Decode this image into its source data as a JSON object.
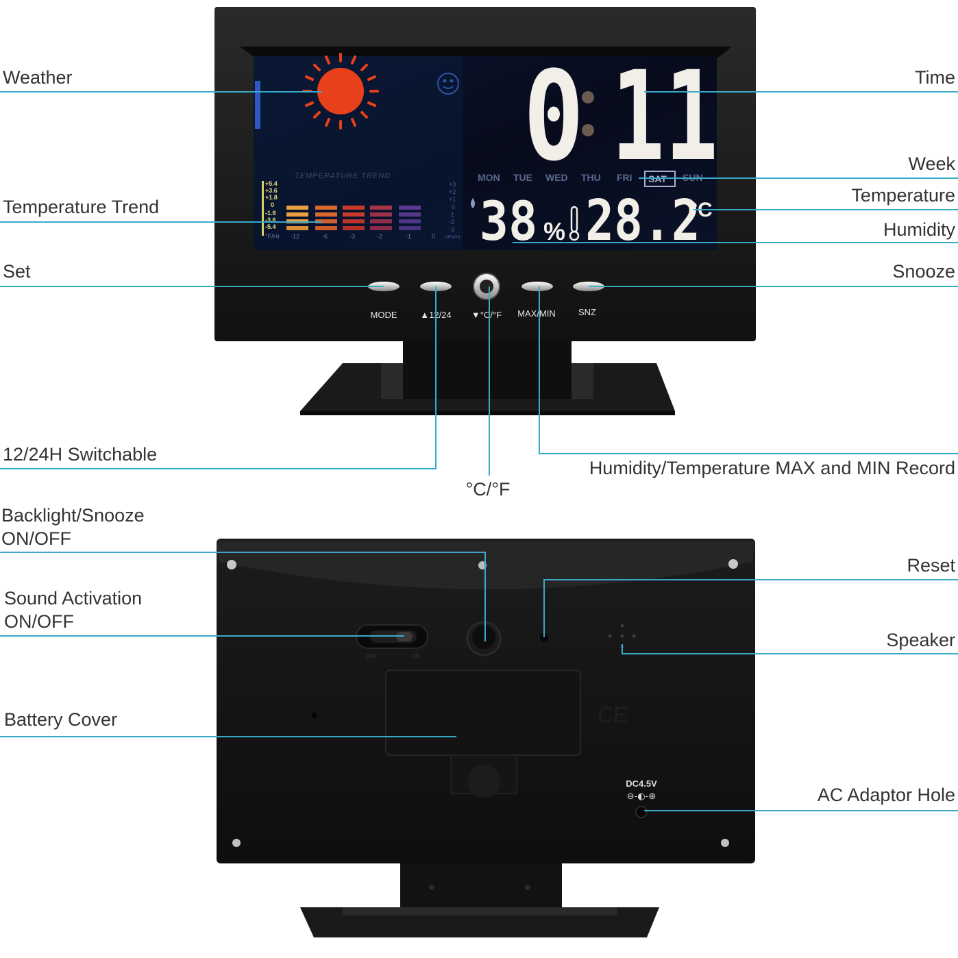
{
  "labels": {
    "weather": "Weather",
    "time": "Time",
    "week": "Week",
    "temperature": "Temperature",
    "humidity": "Humidity",
    "temperature_trend": "Temperature Trend",
    "set": "Set",
    "snooze": "Snooze",
    "switchable": "12/24H Switchable",
    "maxmin_record": "Humidity/Temperature MAX and MIN Record",
    "celsius_fahrenheit": "°C/°F",
    "backlight_line1": "Backlight/Snooze",
    "backlight_line2": "ON/OFF",
    "sound_line1": "Sound Activation",
    "sound_line2": "ON/OFF",
    "reset": "Reset",
    "speaker": "Speaker",
    "battery_cover": "Battery Cover",
    "ac_adaptor": "AC Adaptor Hole"
  },
  "display": {
    "hour": "0",
    "minute": "11",
    "days": [
      "MON",
      "TUE",
      "WED",
      "THU",
      "FRI",
      "SAT",
      "SUN"
    ],
    "active_day": "SAT",
    "humidity_value": "38",
    "humidity_unit": "%",
    "temperature_value": "28.2",
    "temperature_unit": "°C",
    "trend_title": "TEMPERATURE TREND",
    "trend_scale": [
      "+5.4",
      "+3.6",
      "+1.8",
      "0",
      "-1.8",
      "-3.6",
      "-5.4"
    ],
    "trend_hours": [
      "°F/Hr",
      "-12",
      "-6",
      "-3",
      "-2",
      "-1",
      "0"
    ],
    "trend_right_scale": [
      "+3",
      "+2",
      "+1",
      "0",
      "-1",
      "-2",
      "-3"
    ],
    "trend_right_unit": "hPa/Hr"
  },
  "buttons": {
    "mode": "MODE",
    "hour_format": "▲12/24",
    "unit": "▼°C/°F",
    "maxmin": "MAX/MIN",
    "snz": "SNZ"
  },
  "back": {
    "power_rating": "DC4.5V",
    "polarity": "⊖-◐-⊕",
    "switch_off": "OFF",
    "switch_on": "ON"
  },
  "colors": {
    "leader": "#3aa9c9",
    "sun": "#e8401a",
    "digits": "#f2efe9",
    "clock_body": "#141414"
  }
}
